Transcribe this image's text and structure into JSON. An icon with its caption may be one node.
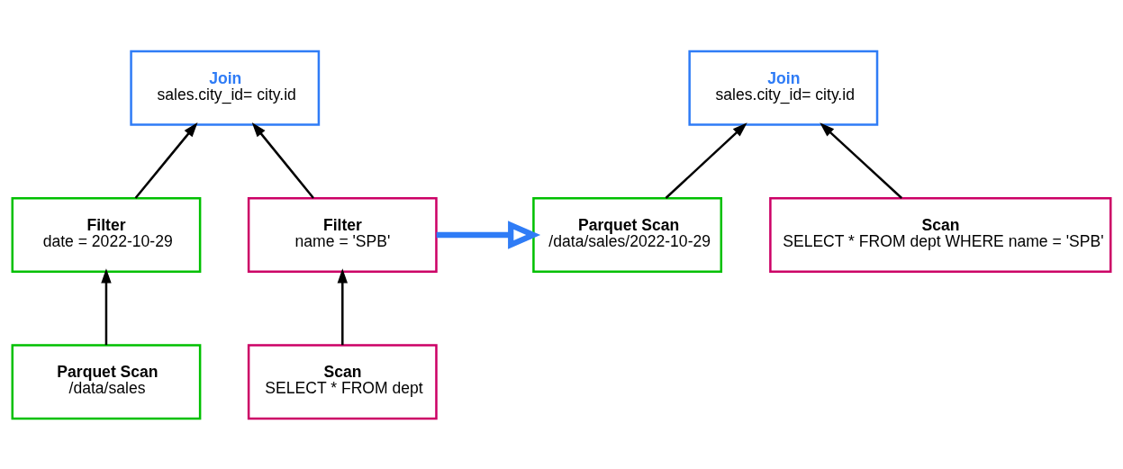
{
  "diagram": {
    "nodes": [
      {
        "text": [
          "Join",
          "sales.city_id= city.id"
        ]
      },
      {
        "text": [
          "Filter",
          "date = 2022-10-29"
        ]
      },
      {
        "text": [
          "Filter",
          "name = 'SPB'"
        ]
      },
      {
        "text": [
          "Parquet Scan",
          "/data/sales"
        ]
      },
      {
        "text": [
          "Scan",
          "SELECT * FROM dept"
        ]
      },
      {
        "text": [
          "Join",
          "sales.city_id= city.id"
        ]
      },
      {
        "text": [
          "Parquet Scan",
          "/data/sales/2022-10-29"
        ]
      },
      {
        "text": [
          "Scan",
          "SELECT * FROM dept WHERE name = 'SPB'"
        ]
      }
    ],
    "edges": [
      {
        "from": 1,
        "to": 0,
        "arrow": "to"
      },
      {
        "from": 2,
        "to": 0,
        "arrow": "to"
      },
      {
        "from": 3,
        "to": 1,
        "arrow": "to"
      },
      {
        "from": 4,
        "to": 2,
        "arrow": "to"
      },
      {
        "from": 2,
        "to": 6,
        "arrow": "to",
        "style": "thick",
        "color": "#2f7cf6"
      },
      {
        "from": 6,
        "to": 5,
        "arrow": "to"
      },
      {
        "from": 7,
        "to": 5,
        "arrow": "to"
      }
    ]
  }
}
